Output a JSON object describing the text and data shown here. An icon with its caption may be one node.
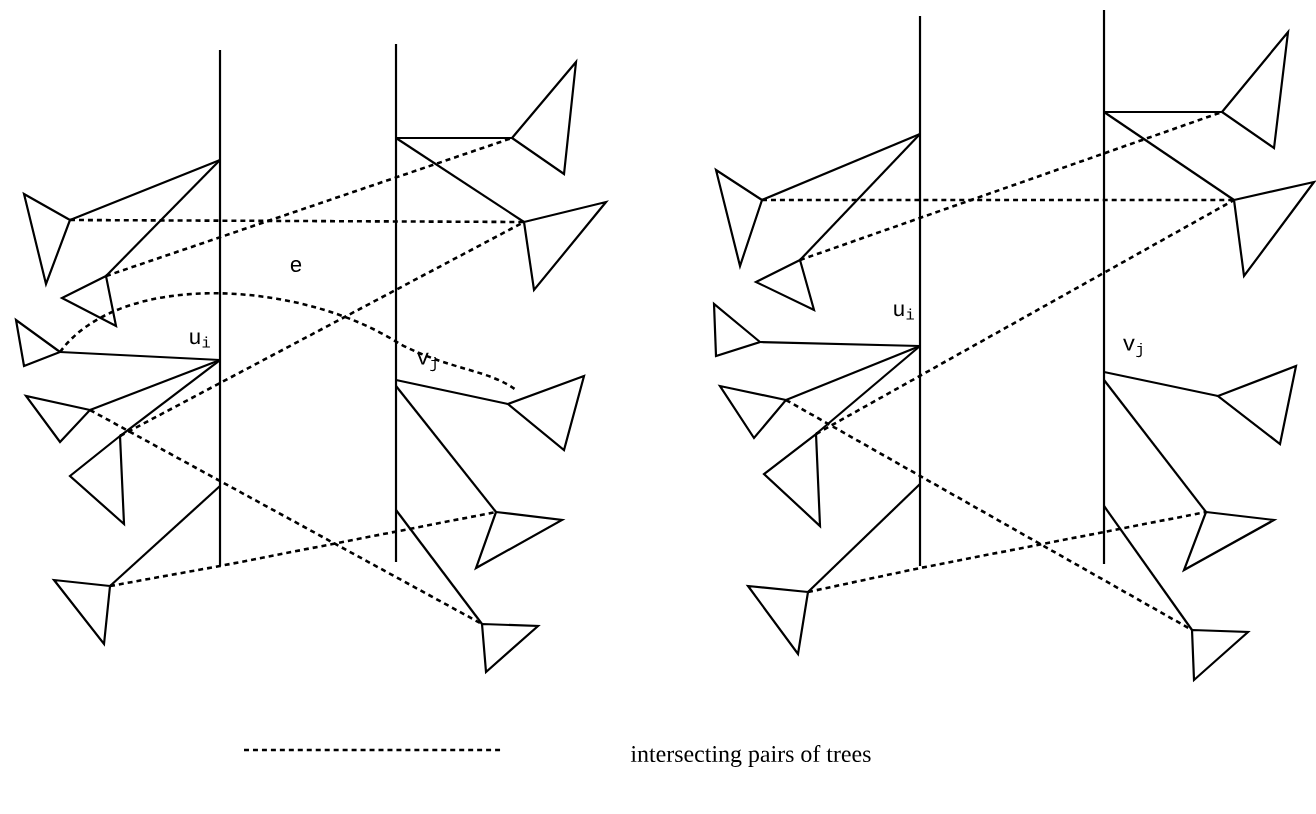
{
  "diagram": {
    "labels": [
      "u$_{i}$",
      "e",
      "v$_{j}$",
      "u$_{i}$",
      "v$_{j}$"
    ],
    "legend": [
      {
        "text": "intersecting pairs of trees"
      }
    ]
  }
}
